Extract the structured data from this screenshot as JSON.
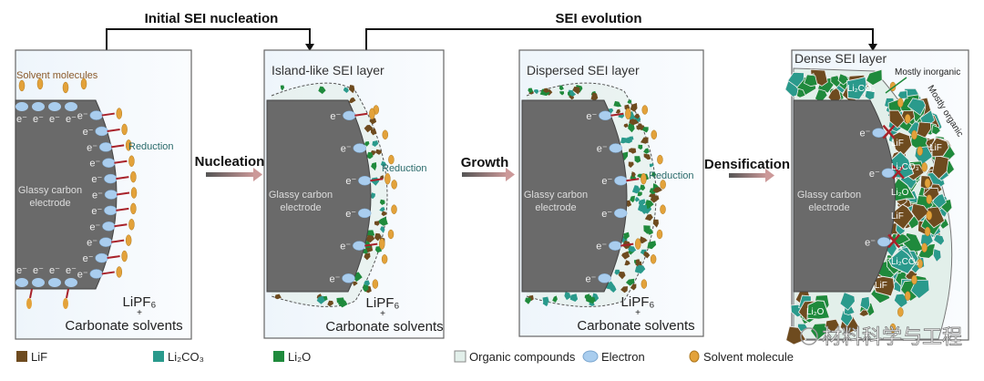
{
  "headers": {
    "initial": "Initial SEI nucleation",
    "evolution": "SEI evolution"
  },
  "steps": {
    "nucleation": "Nucleation",
    "growth": "Growth",
    "densification": "Densification"
  },
  "panels": [
    {
      "title": "",
      "solvent_label": "Solvent molecules",
      "reduction": "Reduction",
      "electrode": [
        "Glassy carbon",
        "electrode"
      ],
      "salt": "LiPF₆",
      "plus": "+",
      "solvent": "Carbonate solvents"
    },
    {
      "title": "Island-like SEI layer",
      "reduction": "Reduction",
      "electrode": [
        "Glassy carbon",
        "electrode"
      ],
      "salt": "LiPF₆",
      "plus": "+",
      "solvent": "Carbonate solvents"
    },
    {
      "title": "Dispersed SEI layer",
      "reduction": "Reduction",
      "electrode": [
        "Glassy carbon",
        "electrode"
      ],
      "salt": "LiPF₆",
      "plus": "+",
      "solvent": "Carbonate solvents"
    },
    {
      "title": "Dense SEI layer",
      "inorganic": "Mostly inorganic",
      "organic": "Mostly organic",
      "electrode": [
        "Glassy carbon",
        "electrode"
      ],
      "particle_labels": [
        "Li₂CO₃",
        "LiF",
        "Li₂CO₃",
        "Li₂O",
        "LiF",
        "LiF",
        "Li₂CO₃",
        "LiF",
        "Li₂O"
      ]
    }
  ],
  "electron_symbol": "e⁻",
  "legend": [
    {
      "label": "LiF",
      "color": "#6e4b1f"
    },
    {
      "label": "Li₂CO₃",
      "color": "#2a9a8c"
    },
    {
      "label": "Li₂O",
      "color": "#1f8a3c"
    },
    {
      "label": "Organic compounds",
      "color": "#e2efea"
    },
    {
      "label": "Electron",
      "color": "#a9cdee"
    },
    {
      "label": "Solvent molecule",
      "color": "#e3a23a"
    }
  ],
  "watermark": "材料科学与工程",
  "colors": {
    "electrode": "#6a6a6a",
    "panel_bg": "#f3f8fc",
    "bond": "#a8222a"
  }
}
